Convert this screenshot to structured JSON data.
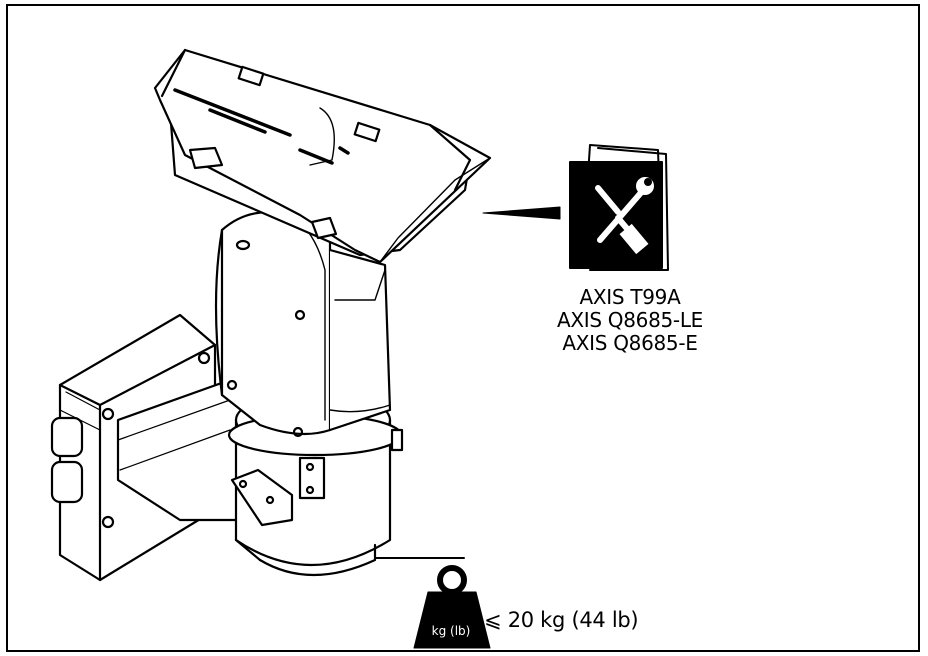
{
  "models": [
    "AXIS T99A",
    "AXIS Q8685-LE",
    "AXIS Q8685-E"
  ],
  "weight": {
    "icon_label": "kg (lb)",
    "symbol": "⩽",
    "limit_text": "20 kg (44 lb)"
  },
  "icons": {
    "manual": "manual-tools-icon",
    "weight": "weight-icon"
  },
  "colors": {
    "line": "#000000",
    "background": "#ffffff"
  }
}
